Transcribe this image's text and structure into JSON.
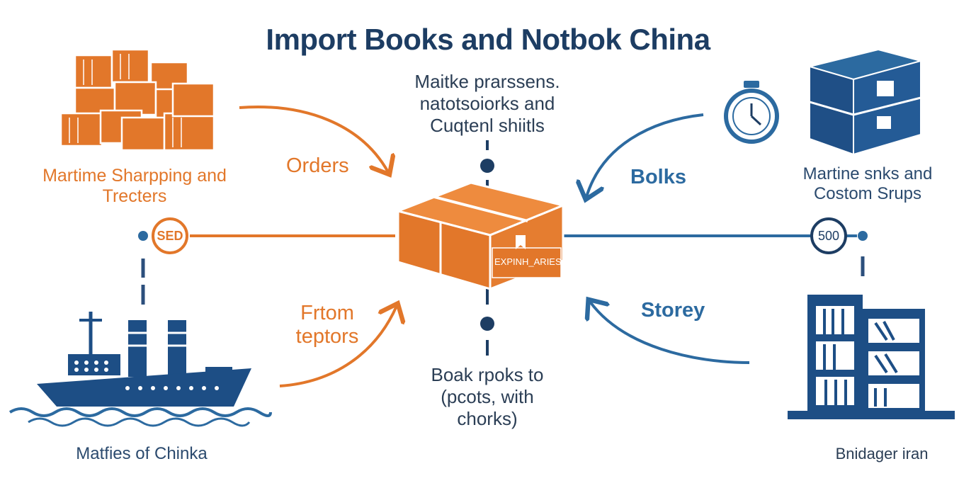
{
  "title": "Import Books and Notbok China",
  "top_center_text": [
    "Maitke prarssens.",
    "natotsoiorks and",
    "Cuqtenl shiitls"
  ],
  "bottom_center_text": [
    "Boak rpoks to",
    "(pcots, with",
    "chorks)"
  ],
  "center_box_label": "EXPINH_ARIES",
  "left_top_caption": [
    "Martime Sharpping and",
    "Trecters"
  ],
  "right_top_caption": [
    "Martine snks and",
    "Costom Srups"
  ],
  "left_bottom_caption": "Matfies of Chinka",
  "right_bottom_caption": "Bnidager iran",
  "arrow_labels": {
    "orders": "Orders",
    "bolks": "Bolks",
    "from_teptors": [
      "Frtom",
      "teptors"
    ],
    "storey": "Storey"
  },
  "badges": {
    "left": "SED",
    "right": "500"
  },
  "colors": {
    "orange": "#e2772a",
    "blue": "#2c6aa0",
    "navy": "#1d3d63"
  },
  "icons": [
    "stacked-crates-icon",
    "blue-crates-icon",
    "stopwatch-icon",
    "cargo-ship-icon",
    "bookshelf-building-icon",
    "package-box-icon"
  ]
}
